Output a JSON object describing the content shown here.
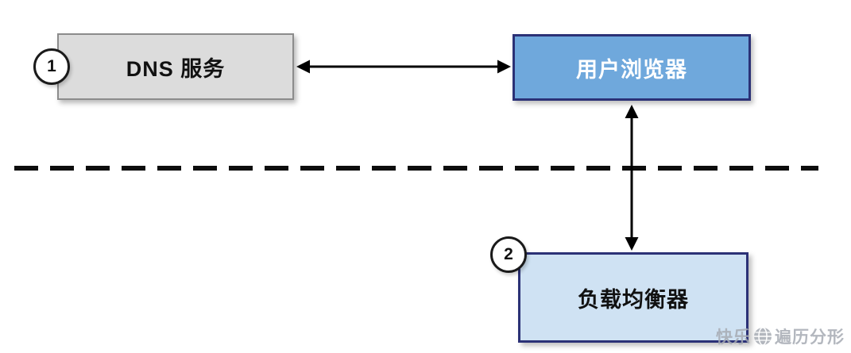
{
  "diagram": {
    "dns": {
      "badge": "1",
      "label": "DNS 服务"
    },
    "browser": {
      "label": "用户浏览器"
    },
    "load_balancer": {
      "badge": "2",
      "label": "负载均衡器"
    },
    "watermark": {
      "prefix": "快乐",
      "suffix": "遍历分形"
    },
    "colors": {
      "dns_fill": "#dcdcdc",
      "dns_border": "#8c8c8c",
      "browser_fill": "#6fa8dc",
      "panel_border": "#2b3176",
      "lb_fill": "#cfe2f3",
      "arrow": "#000000",
      "watermark": "#a6abb3"
    }
  }
}
